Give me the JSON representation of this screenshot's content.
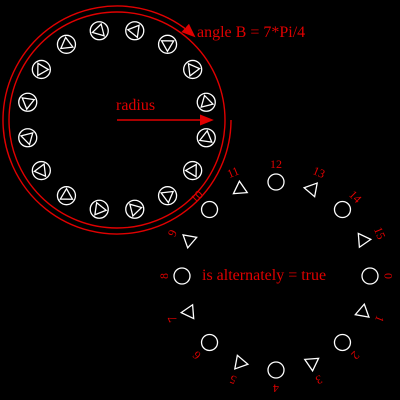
{
  "colors": {
    "background": "#000000",
    "accent": "#e00000",
    "stroke": "#ffffff"
  },
  "top_figure": {
    "angle_label": "angle B = 7*Pi/4",
    "radius_label": "radius",
    "item_count": 16,
    "item_icon": "circled-triangle-icon",
    "arrow_angle": "7*Pi/4"
  },
  "bottom_figure": {
    "label": "is alternately = true",
    "item_count": 16,
    "alternating_icons": [
      "circle-icon",
      "triangle-icon"
    ],
    "index_labels": [
      "0",
      "1",
      "2",
      "3",
      "4",
      "5",
      "6",
      "7",
      "8",
      "9",
      "10",
      "11",
      "12",
      "13",
      "14",
      "15"
    ]
  }
}
